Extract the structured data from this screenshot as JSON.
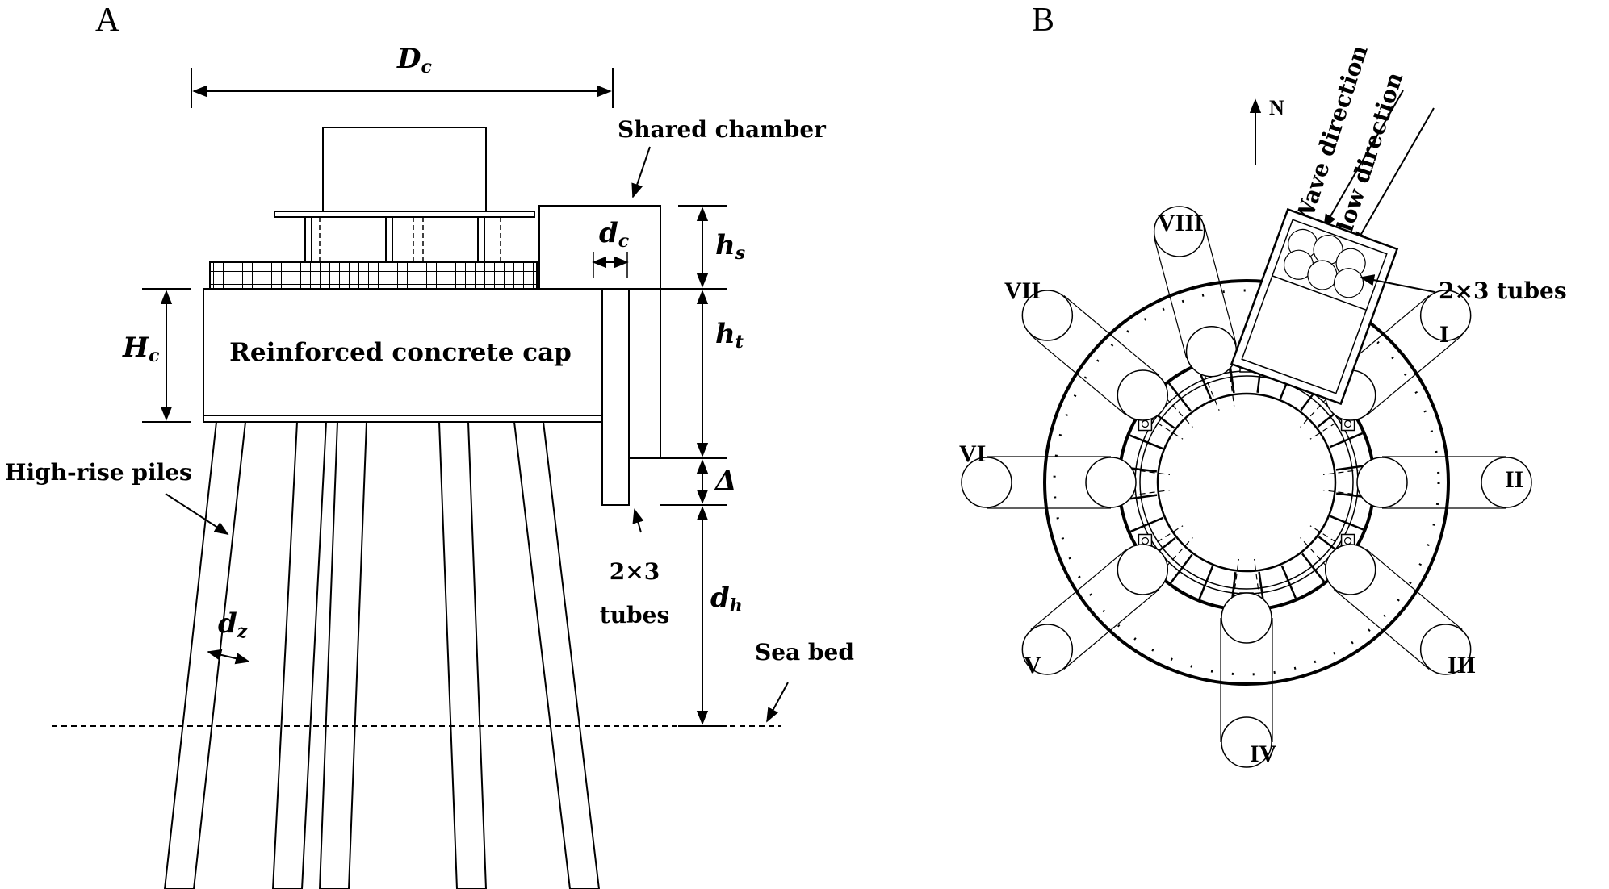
{
  "panels": {
    "a": "A",
    "b": "B"
  },
  "panel_a": {
    "cap_label": "Reinforced concrete cap",
    "shared_chamber": "Shared chamber",
    "high_rise_piles": "High-rise piles",
    "sea_bed": "Sea bed",
    "tubes_line1": "2×3",
    "tubes_line2": "tubes",
    "dims": {
      "Dc": {
        "main": "D",
        "sub": "c"
      },
      "Hc": {
        "main": "H",
        "sub": "c"
      },
      "dc": {
        "main": "d",
        "sub": "c"
      },
      "hs": {
        "main": "h",
        "sub": "s"
      },
      "ht": {
        "main": "h",
        "sub": "t"
      },
      "delta": {
        "main": "Δ"
      },
      "dh": {
        "main": "d",
        "sub": "h"
      },
      "dz": {
        "main": "d",
        "sub": "z"
      }
    }
  },
  "panel_b": {
    "north": "N",
    "wave_direction": "Wave direction",
    "flow_direction": "Flow direction",
    "tubes": "2×3 tubes",
    "stations": [
      "I",
      "II",
      "III",
      "IV",
      "V",
      "VI",
      "VII",
      "VIII"
    ]
  }
}
